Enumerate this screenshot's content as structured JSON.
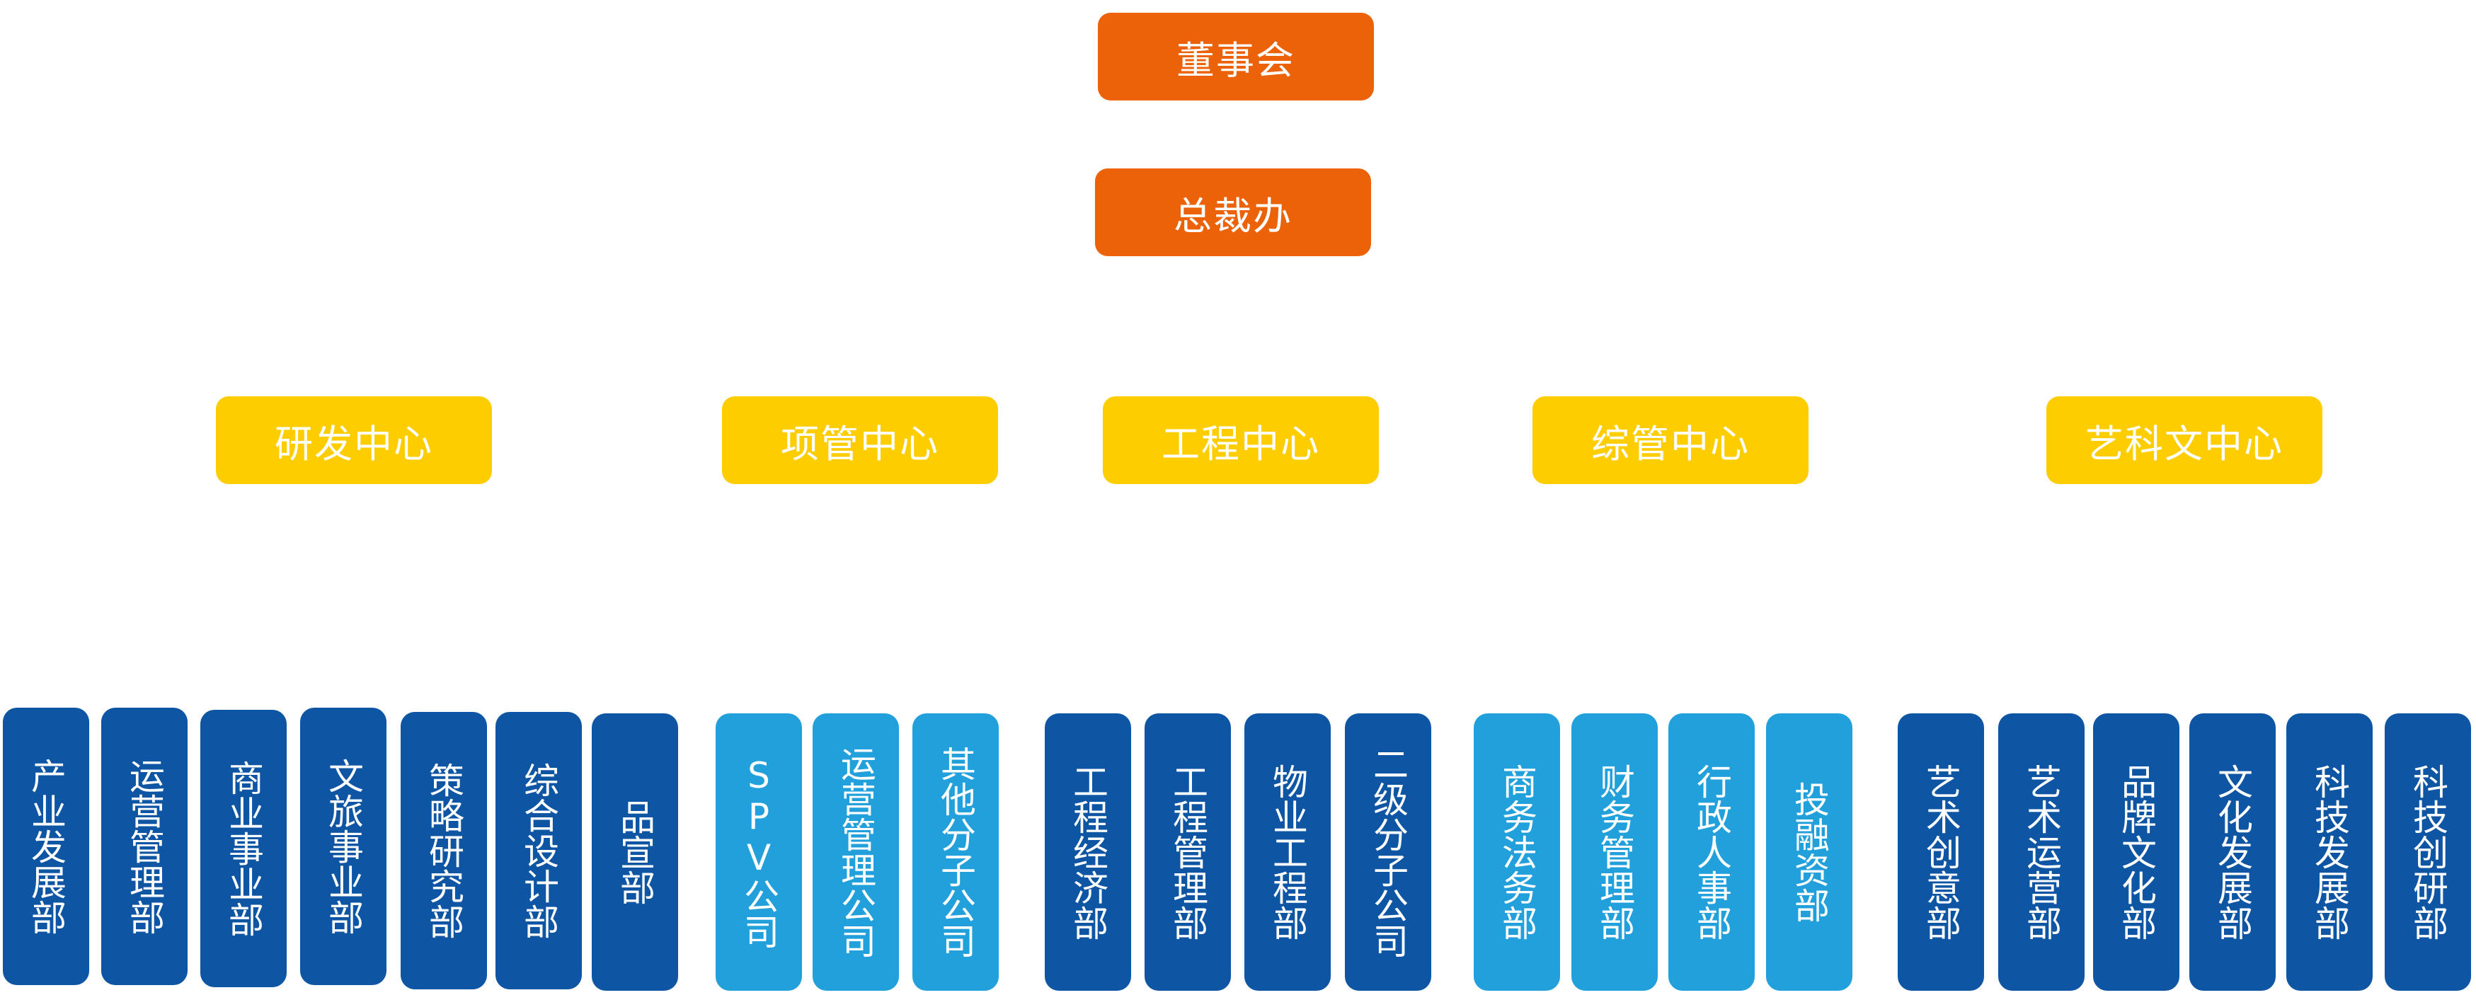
{
  "board": "董事会",
  "president_office": "总裁办",
  "centers": [
    "研发中心",
    "项管中心",
    "工程中心",
    "综管中心",
    "艺科文中心"
  ],
  "departments": {
    "rd": [
      "产业发展部",
      "运营管理部",
      "商业事业部",
      "文旅事业部",
      "策略研究部",
      "综合设计部",
      "品宣部"
    ],
    "pm": [
      "SPV公司",
      "运营管理公司",
      "其他分子公司"
    ],
    "eng": [
      "工程经济部",
      "工程管理部",
      "物业工程部",
      "二级分子公司"
    ],
    "admin": [
      "商务法务部",
      "财务管理部",
      "行政人事部",
      "投融资部"
    ],
    "art": [
      "艺术创意部",
      "艺术运营部",
      "品牌文化部",
      "文化发展部",
      "科技发展部",
      "科技创研部"
    ]
  },
  "colors": {
    "top": "#ec6209",
    "center": "#fecd00",
    "dept_dark": "#0e55a4",
    "dept_light": "#22a0dc"
  }
}
